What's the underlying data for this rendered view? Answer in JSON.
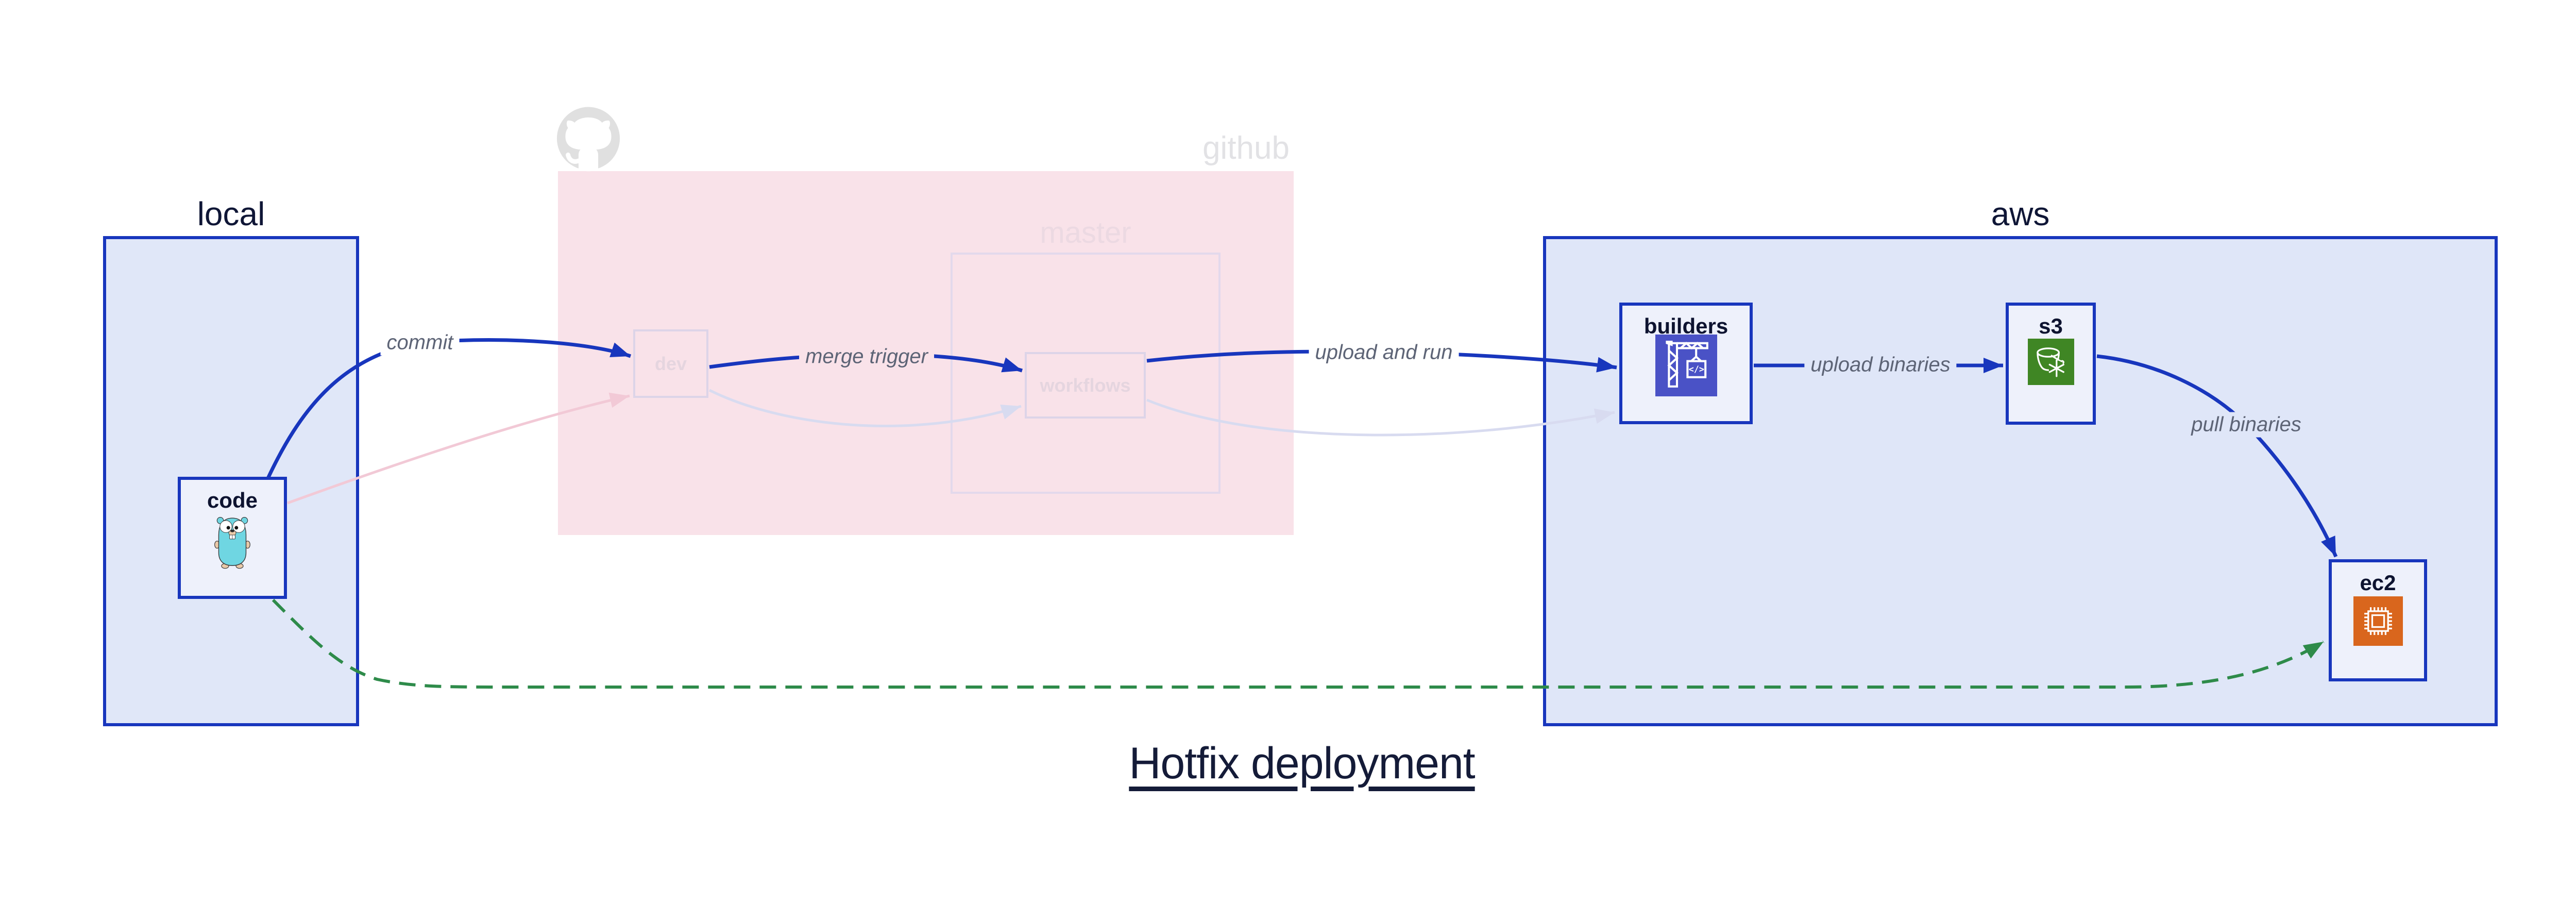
{
  "title": {
    "text": "Hotfix deployment"
  },
  "groups": {
    "local": {
      "label": "local"
    },
    "github": {
      "label": "github",
      "master": {
        "label": "master"
      }
    },
    "aws": {
      "label": "aws"
    }
  },
  "nodes": {
    "code": {
      "label": "code",
      "icon": "go-gopher-icon"
    },
    "dev": {
      "label": "dev"
    },
    "workflows": {
      "label": "workflows"
    },
    "builders": {
      "label": "builders",
      "icon": "codebuild-crane-icon",
      "icon_glyph": "</>"
    },
    "s3": {
      "label": "s3",
      "icon": "s3-glacier-bucket-icon"
    },
    "ec2": {
      "label": "ec2",
      "icon": "ec2-chip-icon"
    }
  },
  "edges": {
    "commit": {
      "label": "commit",
      "style": "solid-blue"
    },
    "merge_trigger": {
      "label": "merge trigger",
      "style": "solid-blue"
    },
    "upload_and_run": {
      "label": "upload and run",
      "style": "solid-blue"
    },
    "upload_binaries": {
      "label": "upload binaries",
      "style": "solid-blue"
    },
    "pull_binaries": {
      "label": "pull binaries",
      "style": "solid-blue"
    },
    "code_to_dev_faded": {
      "style": "faded-pink"
    },
    "dev_to_workflows_faded": {
      "style": "faded-lavender"
    },
    "workflows_to_builders_faded": {
      "style": "faded-lavender"
    },
    "hotfix_direct_path": {
      "style": "dashed-green"
    }
  },
  "icons": [
    "github-octocat-icon",
    "go-gopher-icon",
    "codebuild-crane-icon",
    "s3-glacier-bucket-icon",
    "ec2-chip-icon"
  ],
  "colors": {
    "edge_blue": "#1836bd",
    "group_fill_blue": "#dfe6f8",
    "node_fill": "#eef1fb",
    "github_fill_pink": "#f9e2e9",
    "faded_border": "#ddd4e8",
    "faded_edge_lavender": "#d8dbf0",
    "faded_edge_pink": "#f2c9d6",
    "hotfix_green": "#2e8b4a",
    "codebuild_indigo": "#4a52c6",
    "s3_green": "#3f8624",
    "ec2_orange": "#d9661d",
    "octocat_gray": "#e0e0e0",
    "label_gray": "#5d6476",
    "text_navy": "#0f1636"
  }
}
